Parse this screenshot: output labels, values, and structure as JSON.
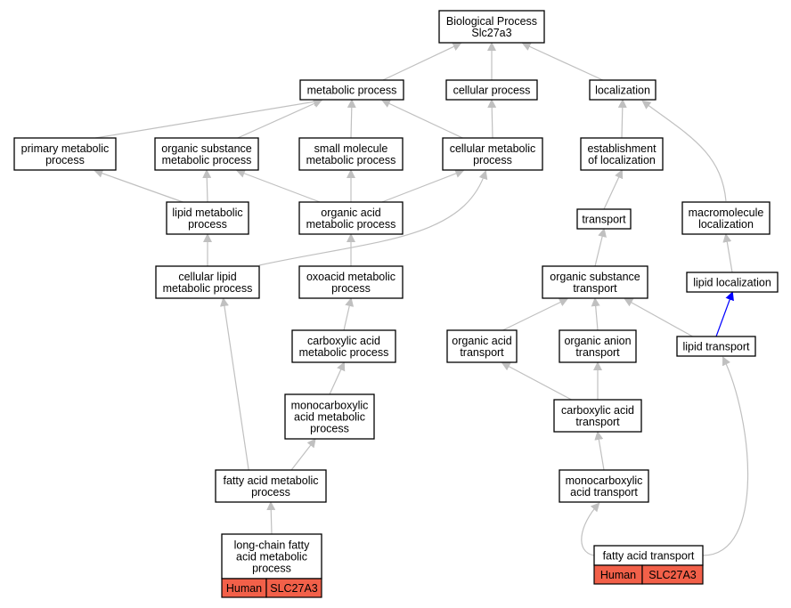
{
  "colors": {
    "edge_default": "#c0c0c0",
    "edge_highlight": "#0000ff",
    "tag_fill": "#f26049",
    "node_border": "#000000"
  },
  "nodes": {
    "bp": [
      "Biological Process",
      "Slc27a3"
    ],
    "metabolic": [
      "metabolic process"
    ],
    "cellular": [
      "cellular process"
    ],
    "localization": [
      "localization"
    ],
    "primary": [
      "primary metabolic",
      "process"
    ],
    "orgsub": [
      "organic substance",
      "metabolic process"
    ],
    "smallmol": [
      "small molecule",
      "metabolic process"
    ],
    "cellmet": [
      "cellular metabolic",
      "process"
    ],
    "estab": [
      "establishment",
      "of localization"
    ],
    "lipidmet": [
      "lipid metabolic",
      "process"
    ],
    "orgacidmet": [
      "organic acid",
      "metabolic process"
    ],
    "transport": [
      "transport"
    ],
    "macromol": [
      "macromolecule",
      "localization"
    ],
    "celllipid": [
      "cellular lipid",
      "metabolic process"
    ],
    "oxoacid": [
      "oxoacid metabolic",
      "process"
    ],
    "orgsubtrans": [
      "organic substance",
      "transport"
    ],
    "lipidloc": [
      "lipid localization"
    ],
    "carbmet": [
      "carboxylic acid",
      "metabolic process"
    ],
    "orgacidtrans": [
      "organic acid",
      "transport"
    ],
    "orgaaniontrans": [
      "organic anion",
      "transport"
    ],
    "lipidtrans": [
      "lipid transport"
    ],
    "monocarbmet": [
      "monocarboxylic",
      "acid metabolic",
      "process"
    ],
    "carbtrans": [
      "carboxylic acid",
      "transport"
    ],
    "fattymet": [
      "fatty acid metabolic",
      "process"
    ],
    "monocarbtrans": [
      "monocarboxylic",
      "acid transport"
    ],
    "longchain": [
      "long-chain fatty",
      "acid metabolic",
      "process"
    ],
    "fattytrans": [
      "fatty acid transport"
    ]
  },
  "annotations": {
    "longchain": [
      "Human",
      "SLC27A3"
    ],
    "fattytrans": [
      "Human",
      "SLC27A3"
    ]
  },
  "edges": [
    {
      "from": "metabolic",
      "to": "bp"
    },
    {
      "from": "cellular",
      "to": "bp"
    },
    {
      "from": "localization",
      "to": "bp"
    },
    {
      "from": "primary",
      "to": "metabolic"
    },
    {
      "from": "orgsub",
      "to": "metabolic"
    },
    {
      "from": "smallmol",
      "to": "metabolic"
    },
    {
      "from": "cellmet",
      "to": "metabolic"
    },
    {
      "from": "cellmet",
      "to": "cellular"
    },
    {
      "from": "estab",
      "to": "localization"
    },
    {
      "from": "macromol",
      "to": "localization"
    },
    {
      "from": "lipidmet",
      "to": "primary"
    },
    {
      "from": "lipidmet",
      "to": "orgsub"
    },
    {
      "from": "orgacidmet",
      "to": "orgsub"
    },
    {
      "from": "orgacidmet",
      "to": "smallmol"
    },
    {
      "from": "orgacidmet",
      "to": "cellmet"
    },
    {
      "from": "transport",
      "to": "estab"
    },
    {
      "from": "celllipid",
      "to": "lipidmet"
    },
    {
      "from": "celllipid",
      "to": "cellmet"
    },
    {
      "from": "oxoacid",
      "to": "orgacidmet"
    },
    {
      "from": "orgsubtrans",
      "to": "transport"
    },
    {
      "from": "lipidloc",
      "to": "macromol"
    },
    {
      "from": "carbmet",
      "to": "oxoacid"
    },
    {
      "from": "orgacidtrans",
      "to": "orgsubtrans"
    },
    {
      "from": "orgaaniontrans",
      "to": "orgsubtrans"
    },
    {
      "from": "lipidtrans",
      "to": "orgsubtrans"
    },
    {
      "from": "lipidtrans",
      "to": "lipidloc",
      "highlight": true
    },
    {
      "from": "monocarbmet",
      "to": "carbmet"
    },
    {
      "from": "carbtrans",
      "to": "orgacidtrans"
    },
    {
      "from": "carbtrans",
      "to": "orgaaniontrans"
    },
    {
      "from": "fattymet",
      "to": "monocarbmet"
    },
    {
      "from": "fattymet",
      "to": "celllipid"
    },
    {
      "from": "monocarbtrans",
      "to": "carbtrans"
    },
    {
      "from": "longchain",
      "to": "fattymet"
    },
    {
      "from": "fattytrans",
      "to": "monocarbtrans"
    },
    {
      "from": "fattytrans",
      "to": "lipidtrans"
    }
  ]
}
